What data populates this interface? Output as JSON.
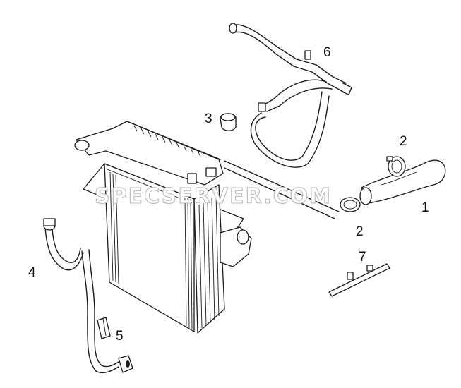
{
  "diagram": {
    "callouts": [
      {
        "id": "1",
        "text": "1"
      },
      {
        "id": "2a",
        "text": "2"
      },
      {
        "id": "2b",
        "text": "2"
      },
      {
        "id": "3",
        "text": "3"
      },
      {
        "id": "4",
        "text": "4"
      },
      {
        "id": "5",
        "text": "5"
      },
      {
        "id": "6",
        "text": "6"
      },
      {
        "id": "7",
        "text": "7"
      }
    ],
    "watermark": "SPECSERVER.COM"
  }
}
